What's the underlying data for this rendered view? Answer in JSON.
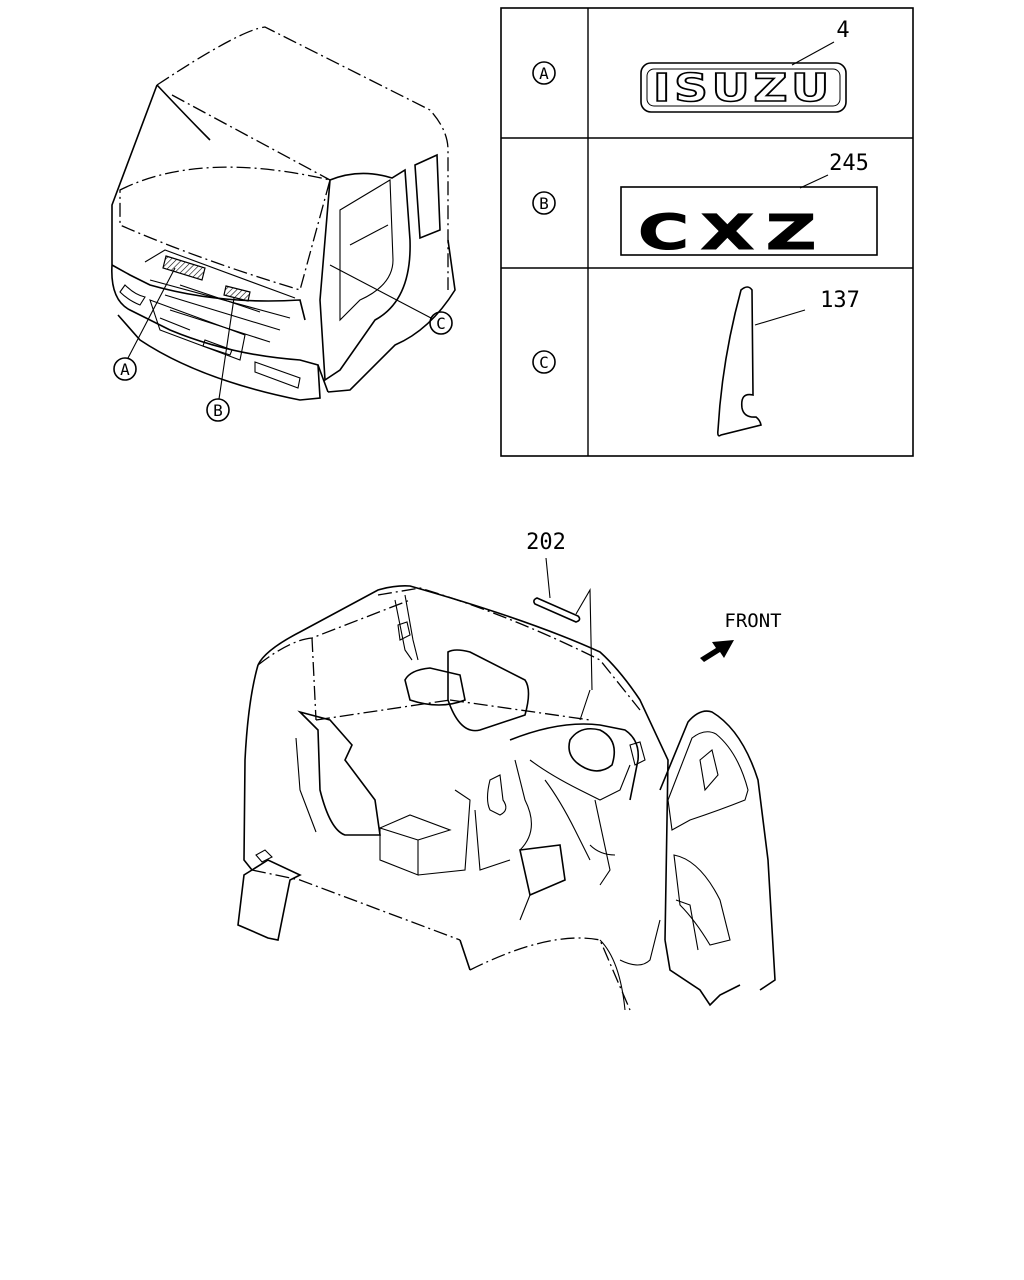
{
  "callout_table": {
    "rows": [
      {
        "marker": "A",
        "part_number": "4",
        "emblem_text": "ISUZU"
      },
      {
        "marker": "B",
        "part_number": "245",
        "emblem_text": "CXZ"
      },
      {
        "marker": "C",
        "part_number": "137"
      }
    ]
  },
  "truck_front_view": {
    "callouts": [
      "A",
      "B",
      "C"
    ]
  },
  "cab_interior_view": {
    "part_number": "202",
    "direction_label": "FRONT"
  }
}
